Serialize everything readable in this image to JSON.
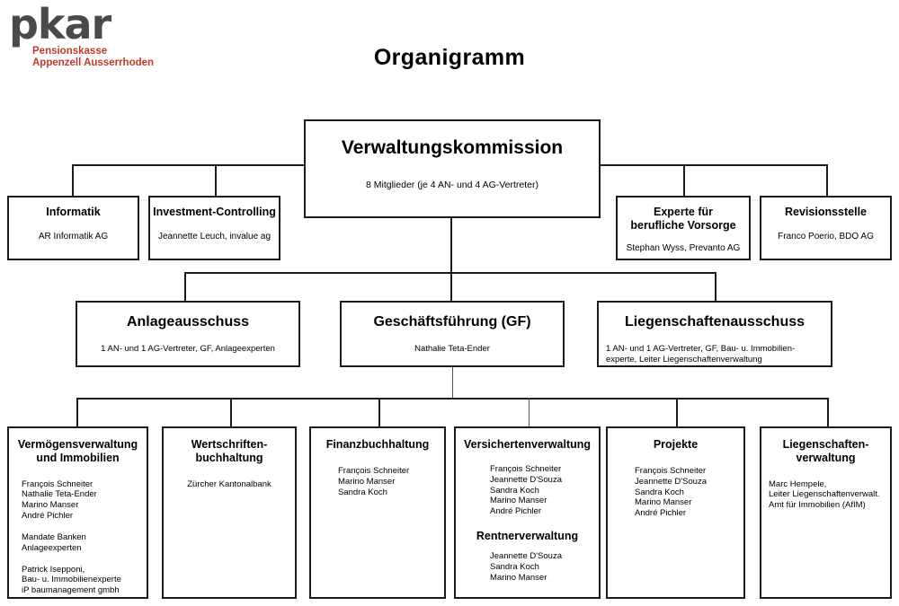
{
  "brand": {
    "logo_word": "pkar",
    "logo_line1": "Pensionskasse",
    "logo_line2": "Appenzell Ausserrhoden",
    "logo_word_color": "#4a4a4a",
    "logo_sub_color": "#c0392b"
  },
  "page_title": "Organigramm",
  "root": {
    "title": "Verwaltungskommission",
    "subtitle": "8 Mitglieder (je 4 AN- und 4 AG-Vertreter)"
  },
  "advisors": [
    {
      "title": "Informatik",
      "body": "AR Informatik AG"
    },
    {
      "title": "Investment-Controlling",
      "body": "Jeannette Leuch, invalue ag"
    },
    {
      "title": "Experte für\nberufliche Vorsorge",
      "body": "Stephan Wyss, Prevanto AG"
    },
    {
      "title": "Revisionsstelle",
      "body": "Franco Poerio, BDO AG"
    }
  ],
  "committees": [
    {
      "title": "Anlageausschuss",
      "body": "1 AN- und 1 AG-Vertreter, GF, Anlageexperten"
    },
    {
      "title": "Geschäftsführung (GF)",
      "body": "Nathalie Teta-Ender"
    },
    {
      "title": "Liegenschaftenausschuss",
      "body": "1 AN- und 1 AG-Vertreter, GF, Bau- u. Immobilien-\nexperte, Leiter Liegenschaftenverwaltung"
    }
  ],
  "departments": [
    {
      "title": "Vermögensverwaltung\nund Immobilien",
      "body": "François Schneiter\nNathalie Teta-Ender\nMarino Manser\nAndré Pichler\n\nMandate Banken\nAnlageexperten\n\nPatrick Isepponi,\nBau- u. Immobilienexperte\niP baumanagement gmbh"
    },
    {
      "title": "Wertschriften-\nbuchhaltung",
      "body": "Zürcher Kantonalbank"
    },
    {
      "title": "Finanzbuchhaltung",
      "body": "François Schneiter\nMarino Manser\nSandra Koch"
    },
    {
      "title": "Versichertenverwaltung",
      "body": "François Schneiter\nJeannette D'Souza\nSandra Koch\nMarino Manser\nAndré Pichler",
      "subtitle": "Rentnerverwaltung",
      "body2": "Jeannette D'Souza\nSandra Koch\nMarino Manser"
    },
    {
      "title": "Projekte",
      "body": "François Schneiter\nJeannette D'Souza\nSandra Koch\nMarino Manser\nAndré Pichler"
    },
    {
      "title": "Liegenschaften-\nverwaltung",
      "body": "Marc Hempele,\nLeiter Liegenschaftenverwalt.\nAmt für Immobilien (AfIM)"
    }
  ]
}
